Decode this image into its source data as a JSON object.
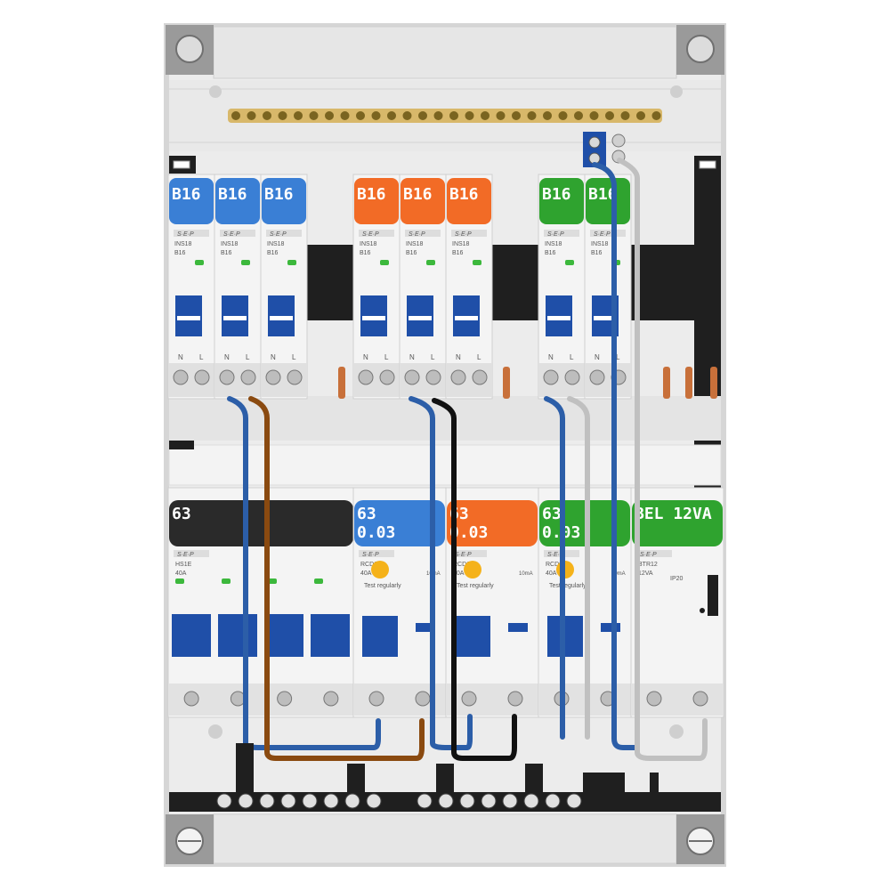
{
  "colors": {
    "blue": "#3a7fd5",
    "orange": "#f26b26",
    "green": "#2fa32f",
    "black": "#2a2a2a",
    "modular_blue": "#1f4fa8",
    "wire_blue": "#2c5ea8",
    "wire_brown": "#8a4a10",
    "wire_black": "#111111",
    "wire_grey": "#c0c0c0",
    "cabinet_grey": "#e3e3e3",
    "busbar_brass": "#d8b86a"
  },
  "breakers_top": [
    {
      "label": "B16",
      "color": "blue",
      "model": "INS18",
      "rating": "B16"
    },
    {
      "label": "B16",
      "color": "blue",
      "model": "INS18",
      "rating": "B16"
    },
    {
      "label": "B16",
      "color": "blue",
      "model": "INS18",
      "rating": "B16"
    },
    {
      "label": "B16",
      "color": "orange",
      "model": "INS18",
      "rating": "B16"
    },
    {
      "label": "B16",
      "color": "orange",
      "model": "INS18",
      "rating": "B16"
    },
    {
      "label": "B16",
      "color": "orange",
      "model": "INS18",
      "rating": "B16"
    },
    {
      "label": "B16",
      "color": "green",
      "model": "INS18",
      "rating": "B16"
    },
    {
      "label": "B16",
      "color": "green",
      "model": "INS18",
      "rating": "B16"
    }
  ],
  "terminal_letters": [
    "N",
    "L"
  ],
  "bottom_devices": [
    {
      "label_line1": "63",
      "label_line2": "",
      "color": "black",
      "model": "HS1E",
      "rating": "40A"
    },
    {
      "label_line1": "63",
      "label_line2": "0.03",
      "color": "blue",
      "model": "RCD1",
      "rating": "40A",
      "note": "Test regularly"
    },
    {
      "label_line1": "63",
      "label_line2": "0.03",
      "color": "orange",
      "model": "RCD1",
      "rating": "40A",
      "note": "Test regularly"
    },
    {
      "label_line1": "63",
      "label_line2": "0.03",
      "color": "green",
      "model": "RCD1",
      "rating": "40A",
      "note": "Test regularly"
    },
    {
      "label_line1": "BEL 12VA",
      "label_line2": "",
      "color": "green",
      "model": "BTR12",
      "rating": "12VA",
      "ip": "IP20"
    }
  ],
  "brand": "S·E·P",
  "rcd_sensitivity": "10mA"
}
